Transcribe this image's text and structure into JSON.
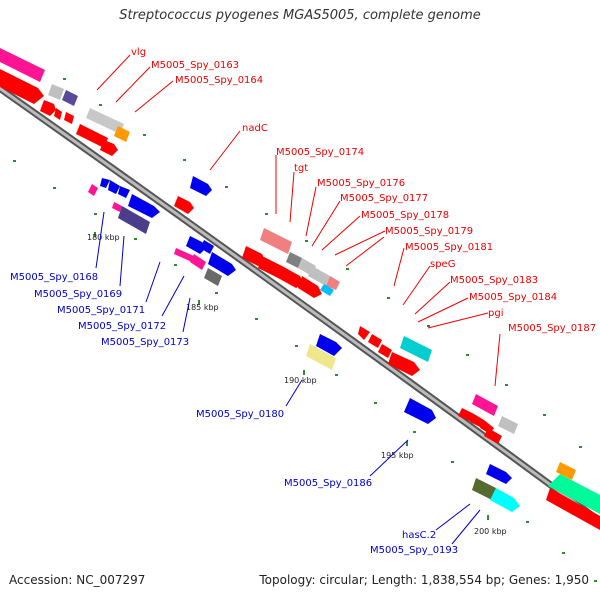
{
  "title": "Streptococcus pyogenes MGAS5005, complete genome",
  "footer": {
    "accession": "Accession: NC_007297",
    "summary": "Topology: circular; Length: 1,838,554 bp; Genes: 1,950"
  },
  "ticks": [
    "180 kbp",
    "185 kbp",
    "190 kbp",
    "195 kbp",
    "200 kbp"
  ],
  "labels_outer": [
    "vlg",
    "M5005_Spy_0163",
    "M5005_Spy_0164",
    "nadC",
    "M5005_Spy_0174",
    "tgt",
    "M5005_Spy_0176",
    "M5005_Spy_0177",
    "M5005_Spy_0178",
    "M5005_Spy_0179",
    "M5005_Spy_0181",
    "speG",
    "M5005_Spy_0183",
    "M5005_Spy_0184",
    "pgi",
    "M5005_Spy_0187"
  ],
  "labels_inner": [
    "M5005_Spy_0168",
    "M5005_Spy_0169",
    "M5005_Spy_0171",
    "M5005_Spy_0172",
    "M5005_Spy_0173",
    "M5005_Spy_0180",
    "M5005_Spy_0186",
    "hasC.2",
    "M5005_Spy_0193"
  ],
  "colors": {
    "forward_label": "#ee0000",
    "reverse_label": "#0000cc",
    "forward_cds": "#ff0000",
    "reverse_cds": "#0000ee",
    "backbone": "#888888",
    "tick_mark": "#228b22"
  }
}
